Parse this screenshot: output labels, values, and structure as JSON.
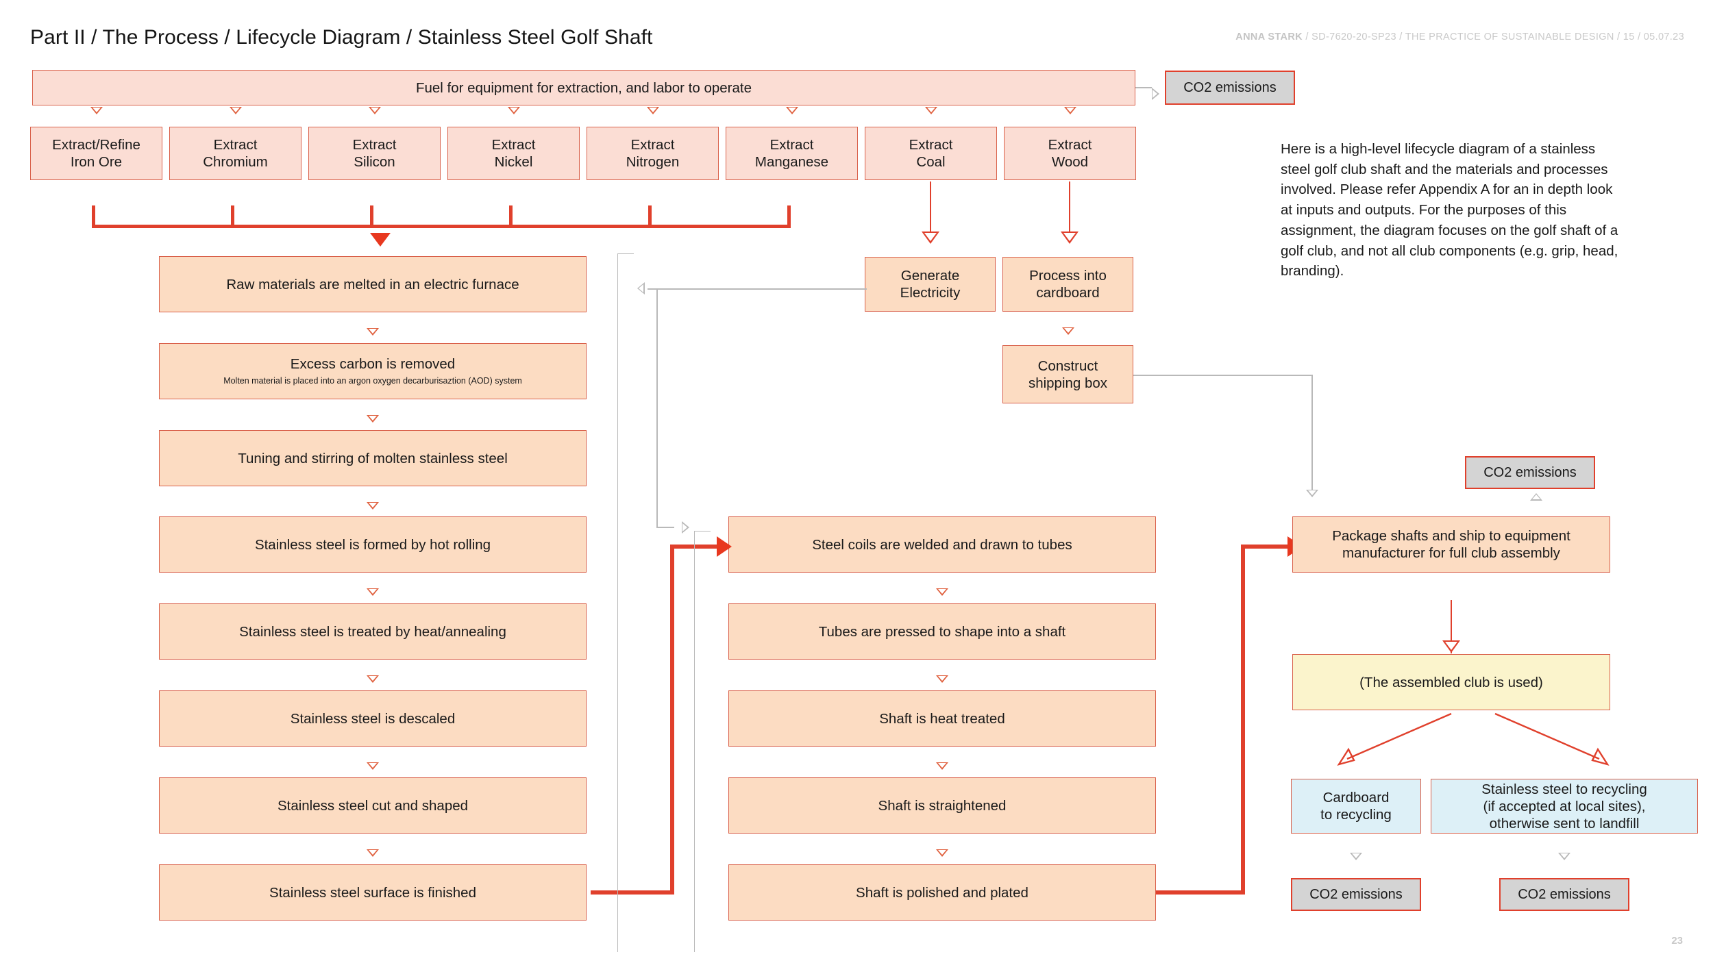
{
  "header": {
    "title": "Part II / The Process / Lifecycle Diagram / Stainless Steel Golf Shaft",
    "author": "ANNA STARK",
    "meta": " / SD-7620-20-SP23 / THE PRACTICE OF SUSTAINABLE DESIGN / 15 / 05.07.23",
    "page_number": "23"
  },
  "intro": {
    "text": "Here is a high-level lifecycle diagram of a stainless steel golf club shaft and the materials and processes involved. Please refer Appendix A for an in depth look at inputs and outputs. For the purposes of this assignment, the diagram focuses on the golf shaft of a golf club, and not all club components (e.g. grip, head, branding)."
  },
  "colors": {
    "accent_red": "#e0402c",
    "border_red": "#d9604a",
    "fill_pink": "#fbddd4",
    "fill_peach": "#fcdcc2",
    "fill_yellow": "#fbf4cc",
    "fill_blue": "#ddf0f7",
    "fill_gray": "#d4d4d4",
    "connector_gray": "#b9b9b9"
  },
  "diagram": {
    "input_bar": "Fuel for equipment for extraction, and labor to operate",
    "co2_top": "CO2 emissions",
    "co2_package": "CO2 emissions",
    "co2_cardboard": "CO2 emissions",
    "co2_steel": "CO2 emissions",
    "extraction": [
      "Extract/Refine\nIron Ore",
      "Extract\nChromium",
      "Extract\nSilicon",
      "Extract\nNickel",
      "Extract\nNitrogen",
      "Extract\nManganese",
      "Extract\nCoal",
      "Extract\nWood"
    ],
    "extraction_labels": [
      {
        "l1": "Extract/Refine",
        "l2": "Iron Ore"
      },
      {
        "l1": "Extract",
        "l2": "Chromium"
      },
      {
        "l1": "Extract",
        "l2": "Silicon"
      },
      {
        "l1": "Extract",
        "l2": "Nickel"
      },
      {
        "l1": "Extract",
        "l2": "Nitrogen"
      },
      {
        "l1": "Extract",
        "l2": "Manganese"
      },
      {
        "l1": "Extract",
        "l2": "Coal"
      },
      {
        "l1": "Extract",
        "l2": "Wood"
      }
    ],
    "energy": [
      {
        "l1": "Generate",
        "l2": "Electricity"
      },
      {
        "l1": "Process into",
        "l2": "cardboard"
      },
      {
        "l1": "Construct",
        "l2": "shipping box"
      }
    ],
    "column_left": [
      {
        "title": "Raw materials are melted in an electric furnace",
        "sub": ""
      },
      {
        "title": "Excess carbon is removed",
        "sub": "Molten material is placed into an argon oxygen decarburisaztion (AOD) system"
      },
      {
        "title": "Tuning and stirring of molten stainless steel",
        "sub": ""
      },
      {
        "title": "Stainless steel is formed by hot rolling",
        "sub": ""
      },
      {
        "title": "Stainless steel is treated by heat/annealing",
        "sub": ""
      },
      {
        "title": "Stainless steel is descaled",
        "sub": ""
      },
      {
        "title": "Stainless steel cut and shaped",
        "sub": ""
      },
      {
        "title": "Stainless steel surface is finished",
        "sub": ""
      }
    ],
    "column_middle": [
      {
        "title": "Steel coils are welded and drawn to tubes"
      },
      {
        "title": "Tubes are pressed to shape into a shaft"
      },
      {
        "title": "Shaft is heat treated"
      },
      {
        "title": "Shaft is straightened"
      },
      {
        "title": "Shaft is polished and plated"
      }
    ],
    "column_right": {
      "package": {
        "l1": "Package shafts and ship to equipment",
        "l2": "manufacturer for full club assembly"
      },
      "use": "(The assembled club is used)",
      "cardboard_recycle": {
        "l1": "Cardboard",
        "l2": "to recycling"
      },
      "steel_recycle": {
        "l1": "Stainless steel to recycling",
        "l2": "(if accepted at local sites),",
        "l3": "otherwise sent to landfill"
      }
    }
  }
}
